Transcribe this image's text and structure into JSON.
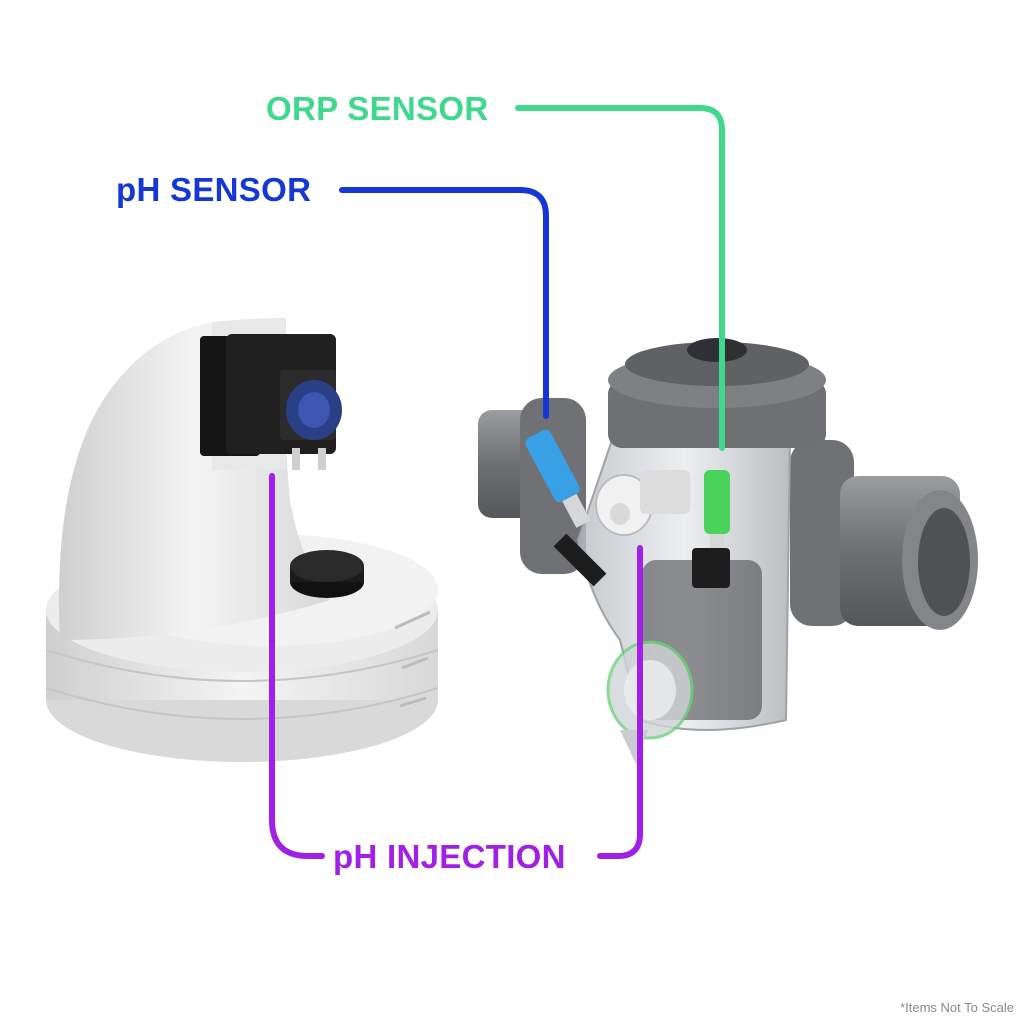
{
  "callouts": {
    "orp": {
      "label": "ORP SENSOR",
      "color": "#3fd88c"
    },
    "ph": {
      "label": "pH SENSOR",
      "color": "#1537d6"
    },
    "injection": {
      "label": "pH INJECTION",
      "color": "#a020e8"
    }
  },
  "footnote": "*Items Not To Scale",
  "colors": {
    "tank_white": "#e6e6e6",
    "pump_black": "#1c1c1c",
    "pump_head_blue": "#2a3f86",
    "pipe_gray": "#77797d",
    "housing_clear": "#c8ccd0",
    "ph_probe_blue": "#3aa0e6",
    "orp_probe_green": "#4ad35a"
  },
  "icons": [
    "chemical-tank-icon",
    "peristaltic-pump-icon",
    "flow-cell-icon"
  ]
}
